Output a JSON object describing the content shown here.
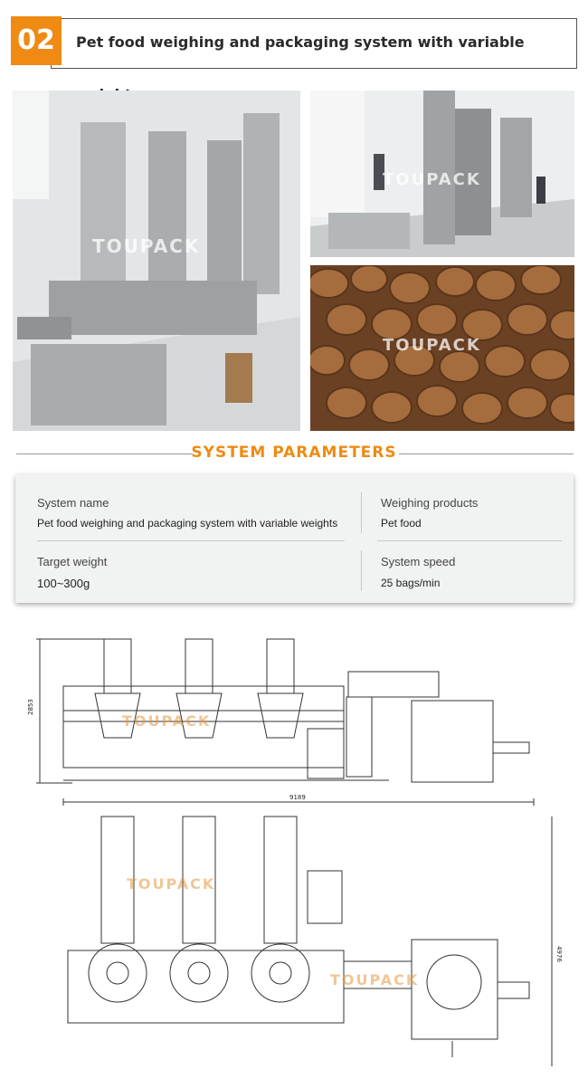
{
  "header": {
    "number": "02",
    "title": "Pet food weighing and packaging system with variable weights"
  },
  "photos": {
    "watermark": "TOUPACK"
  },
  "parameters": {
    "title": "SYSTEM PARAMETERS",
    "items": [
      {
        "label": "System name",
        "value": "Pet food weighing and packaging system with variable weights"
      },
      {
        "label": "Weighing products",
        "value": "Pet food"
      },
      {
        "label": "Target weight",
        "value": "100~300g"
      },
      {
        "label": "System speed",
        "value": "25 bags/min"
      }
    ]
  },
  "drawings": {
    "height_dim": "2853",
    "length_dim": "9189",
    "width_dim": "4976",
    "watermark": "TOUPACK"
  }
}
